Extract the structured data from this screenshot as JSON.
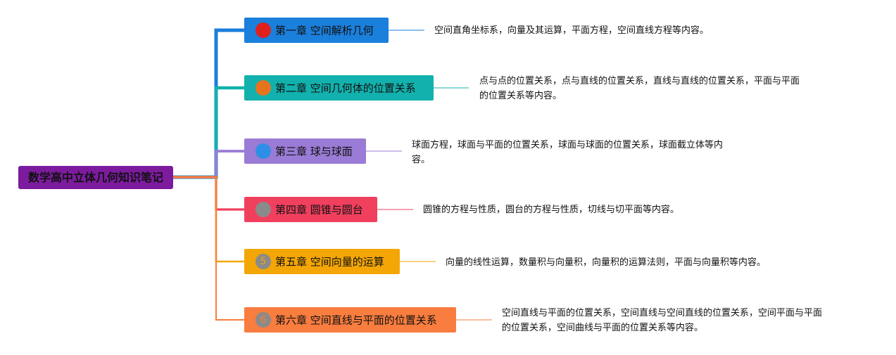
{
  "root": {
    "label": "数学高中立体几何知识笔记",
    "color": "#7d1b9f"
  },
  "chapters": [
    {
      "num": "1",
      "label": "第一章 空间解析几何",
      "color": "#1b7fdc",
      "badge_color": "#e0201c",
      "badge_text": "#e0201c",
      "desc": [
        "空间直角坐标系，向量及其运算，平面方程，空间直线方程等内容。"
      ]
    },
    {
      "num": "2",
      "label": "第二章 空间几何体的位置关系",
      "color": "#12b1ad",
      "badge_color": "#e8731f",
      "badge_text": "#e8731f",
      "desc": [
        "点与点的位置关系，点与直线的位置关系，直线与直线的位置关系，平面与平面",
        "的位置关系等内容。"
      ]
    },
    {
      "num": "3",
      "label": "第三章 球与球面",
      "color": "#9a7bd5",
      "badge_color": "#2f8fe6",
      "badge_text": "#2f8fe6",
      "desc": [
        "球面方程，球面与平面的位置关系，球面与球面的位置关系，球面截立体等内",
        "容。"
      ]
    },
    {
      "num": "4",
      "label": "第四章 圆锥与圆台",
      "color": "#f0405e",
      "badge_color": "#8a8a8a",
      "badge_text": "#8a8a8a",
      "desc": [
        "圆锥的方程与性质，圆台的方程与性质，切线与切平面等内容。"
      ]
    },
    {
      "num": "5",
      "label": "第五章 空间向量的运算",
      "color": "#f4a606",
      "badge_color": "#8a8a8a",
      "badge_text": "#f4a606",
      "desc": [
        "向量的线性运算，数量积与向量积，向量积的运算法则，平面与向量积等内容。"
      ]
    },
    {
      "num": "6",
      "label": "第六章 空间直线与平面的位置关系",
      "color": "#f87d3e",
      "badge_color": "#8a8a8a",
      "badge_text": "#f87d3e",
      "desc": [
        "空间直线与平面的位置关系，空间直线与空间直线的位置关系，空间平面与平面",
        "的位置关系，空间曲线与平面的位置关系等内容。"
      ]
    }
  ]
}
